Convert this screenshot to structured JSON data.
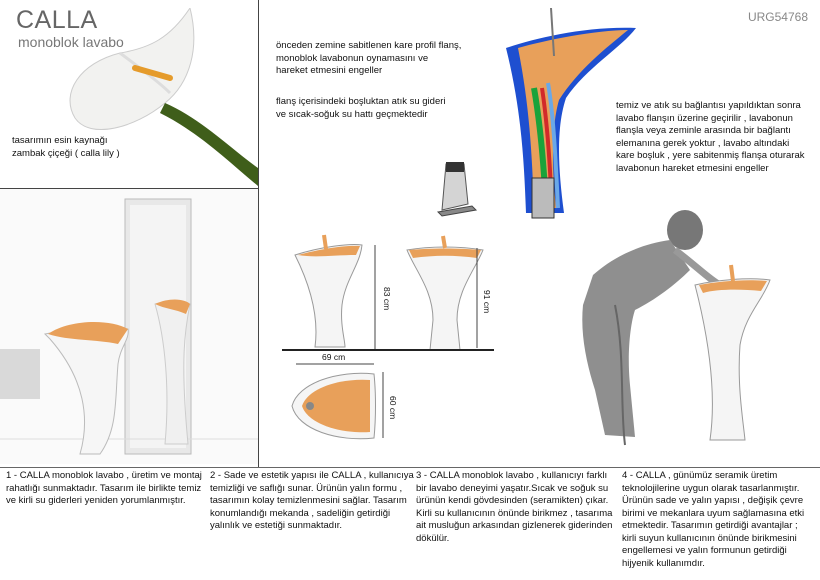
{
  "header": {
    "title": "CALLA",
    "subtitle": "monoblok lavabo",
    "code": "URG54768"
  },
  "inspiration": {
    "text": "tasarımın esin kaynağı\nzambak çiçeği ( calla lily )"
  },
  "notes": {
    "flange": "önceden zemine sabitlenen kare profil flanş,\nmonoblok lavabonun oynamasını ve\nhareket etmesini engeller",
    "pipes": "flanş içerisindeki boşluktan atık su gideri\nve sıcak-soğuk su hattı geçmektedir",
    "installation": "temiz ve atık su bağlantısı yapıldıktan sonra\nlavabo flanşın üzerine geçirilir , lavabonun\nflanşla veya zeminle arasında bir bağlantı\nelemanına gerek yoktur , lavabo altındaki\nkare boşluk , yere sabitenmiş flanşa oturarak\nlavabonun hareket etmesini engeller"
  },
  "dimensions": {
    "height_side": "83 cm",
    "height_front": "91 cm",
    "width": "69 cm",
    "depth": "60 cm"
  },
  "bottom": [
    "1 - CALLA monoblok lavabo , üretim ve montaj\n   rahatlığı sunmaktadır. Tasarım ile birlikte temiz\n   ve kirli su giderleri yeniden yorumlanmıştır.",
    "2 - Sade ve estetik yapısı ile CALLA , kullanıcıya\n   temizliği ve saflığı sunar. Ürünün yalın formu ,\n   tasarımın kolay temizlenmesini sağlar. Tasarım\n   konumlandığı mekanda , sadeliğin getirdiği\n   yalınlık ve estetiği sunmaktadır.",
    "3 - CALLA monoblok lavabo , kullanıcıyı farklı\n   bir lavabo deneyimi yaşatır.Sıcak ve soğuk su\n   ürünün kendi gövdesinden (seramikten) çıkar.\n   Kirli su kullanıcının önünde birikmez , tasarıma\n   ait musluğun arkasından gizlenerek giderinden\n   dökülür.",
    "4 - CALLA , günümüz seramik üretim\n   teknolojilerine uygun olarak tasarlanmıştır.\n   Ürünün sade ve yalın yapısı , değişik çevre\n   birimi ve mekanlara uyum sağlamasına etki\n   etmektedir. Tasarımın getirdiği avantajlar ;\n   kirli suyun kullanıcının önünde birikmesini\n   engellemesi ve yalın formunun getirdiği\n   hijyenik  kullanımdır."
  ],
  "colors": {
    "accent": "#e8a05a",
    "blue": "#1e4fd0",
    "porcelain": "#f3f3f3"
  }
}
